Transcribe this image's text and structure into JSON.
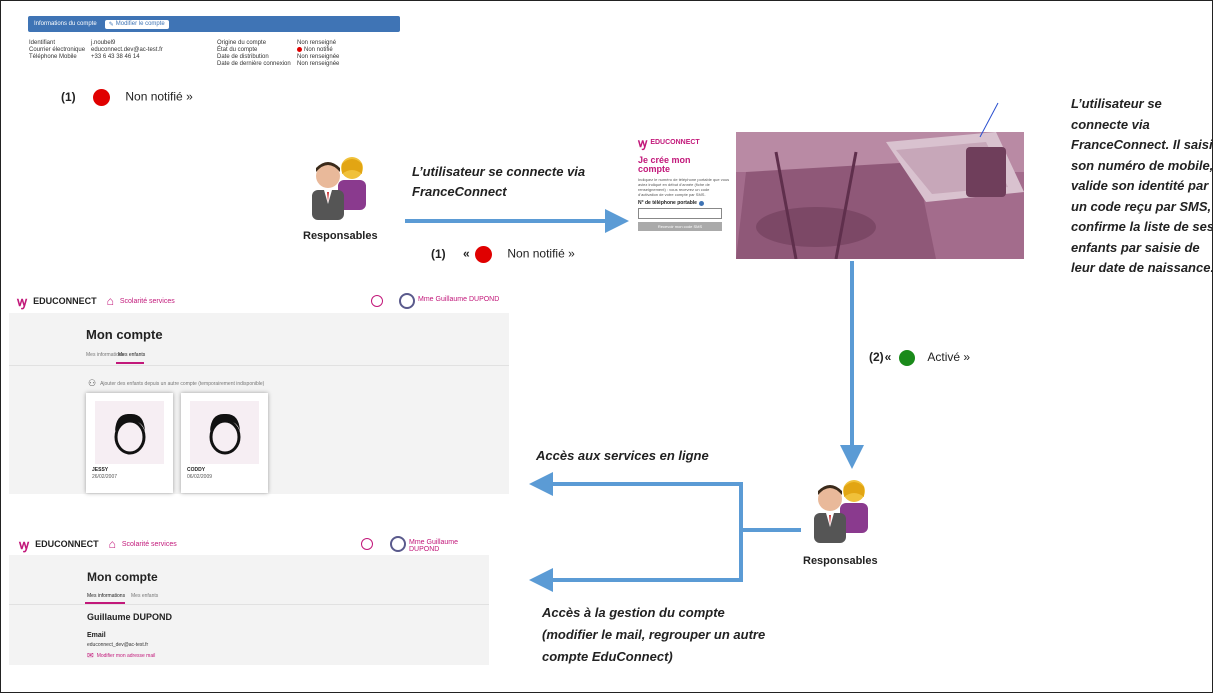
{
  "top_panel": {
    "header_label": "Informations du compte",
    "header_button": "Modifier le compte",
    "left_keys": [
      "Identifiant",
      "Courrier électronique",
      "Téléphone Mobile"
    ],
    "left_vals": [
      "j.noubel9",
      "educonnect.dev@ac-test.fr",
      "+33 6 43 38 46 14"
    ],
    "right_keys": [
      "Origine du compte",
      "État du compte",
      "Date de distribution",
      "Date de dernière connexion"
    ],
    "right_vals": [
      "Non renseigné",
      "Non notifié",
      "Non renseignée",
      "Non renseignée"
    ]
  },
  "status1_top": {
    "number": "(1)",
    "label": "Non notifié »",
    "color": "#e00000"
  },
  "responsables_top": "Responsables",
  "connect_text": "L’utilisateur se connecte via FranceConnect",
  "status1_mid": {
    "number": "(1)",
    "open": "«",
    "label": "Non notifié »",
    "color": "#e00000"
  },
  "signup": {
    "brand": "EDUCONNECT",
    "title": "Je crée mon compte",
    "description": "Indiquez le numéro de téléphone portable que vous aviez indiqué en début d’année (fiche de renseignement) : vous recevrez un code d’activation de votre compte par SMS.",
    "phone_label": "N° de téléphone portable",
    "button": "Recevoir mon code SMS"
  },
  "right_text": "L’utilisateur se connecte via FranceConnect. Il saisit son numéro de mobile, valide son identité par un code reçu par SMS, confirme la liste de ses enfants par saisie de leur date de naissance.",
  "status2": {
    "number": "(2)",
    "open": "«",
    "label": "Activé »",
    "color": "#1a8a1a"
  },
  "responsables_bottom": "Responsables",
  "access_services": "Accès aux services en ligne",
  "access_account": "Accès à la gestion du compte (modifier le mail, regrouper un autre compte EduConnect)",
  "account1": {
    "brand": "EDUCONNECT",
    "nav": "Scolarité services",
    "user": "Mme Guillaume DUPOND",
    "title": "Mon compte",
    "tab1": "Mes informations",
    "tab2": "Mes enfants",
    "add_link": "Ajouter des enfants depuis un autre compte (temporairement indisponible)",
    "children": [
      {
        "name": "JESSY",
        "date": "26/02/2007"
      },
      {
        "name": "CODDY",
        "date": "06/02/2009"
      }
    ]
  },
  "account2": {
    "brand": "EDUCONNECT",
    "nav": "Scolarité services",
    "user": "Mme Guillaume DUPOND",
    "title": "Mon compte",
    "tab1": "Mes informations",
    "tab2": "Mes enfants",
    "person": "Guillaume DUPOND",
    "email_label": "Email",
    "email_value": "educonnect_dev@ac-test.fr",
    "edit_link": "Modifier mon adresse mail"
  },
  "colors": {
    "accent": "#c2187a",
    "arrow": "#5b9bd5",
    "header_blue": "#3f74b5"
  }
}
